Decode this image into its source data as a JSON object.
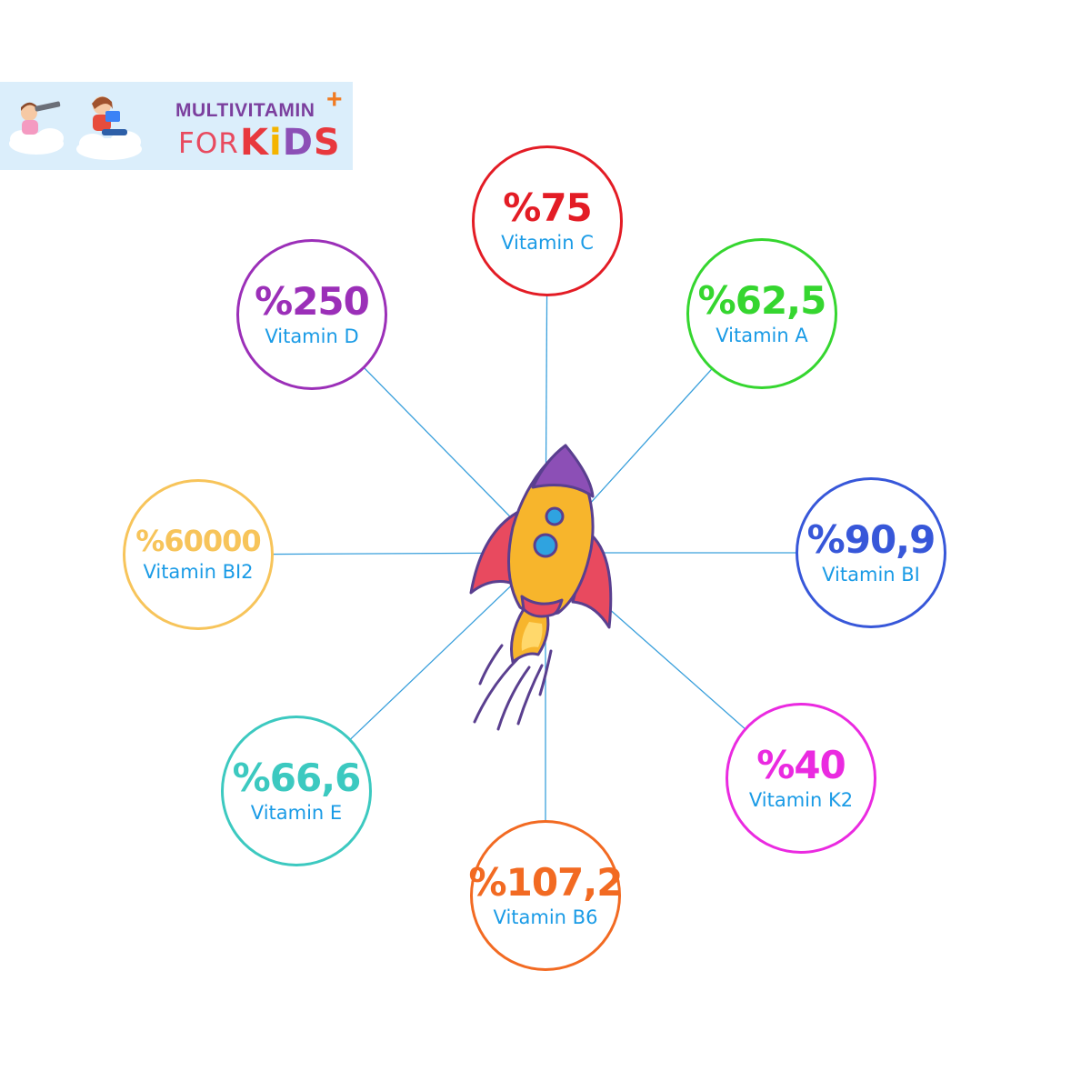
{
  "brand": {
    "name_top": "MULTIVITAMIN",
    "plus": "+",
    "name_for": "FOR",
    "name_kids_letters": [
      "K",
      "i",
      "D",
      "S"
    ],
    "logo_illustration": "kids-on-clouds-illustration"
  },
  "center": {
    "icon": "rocket-icon"
  },
  "nodes": [
    {
      "id": "vitamin-c",
      "value": "%75",
      "label": "Vitamin C",
      "color": "#e31c25"
    },
    {
      "id": "vitamin-a",
      "value": "%62,5",
      "label": "Vitamin A",
      "color": "#35d62f"
    },
    {
      "id": "vitamin-b1",
      "value": "%90,9",
      "label": "Vitamin BI",
      "color": "#3757d9"
    },
    {
      "id": "vitamin-k2",
      "value": "%40",
      "label": "Vitamin K2",
      "color": "#ea2ae0"
    },
    {
      "id": "vitamin-b6",
      "value": "%107,2",
      "label": "Vitamin B6",
      "color": "#f26a22"
    },
    {
      "id": "vitamin-e",
      "value": "%66,6",
      "label": "Vitamin E",
      "color": "#3cc9c0"
    },
    {
      "id": "vitamin-b12",
      "value": "%60000",
      "label": "Vitamin BI2",
      "color": "#f7c45a"
    },
    {
      "id": "vitamin-d",
      "value": "%250",
      "label": "Vitamin D",
      "color": "#9b2fb8"
    }
  ],
  "colors": {
    "connector": "#3aa0dc",
    "label_text": "#1a9be6",
    "banner_bg": "#dbeefb"
  }
}
